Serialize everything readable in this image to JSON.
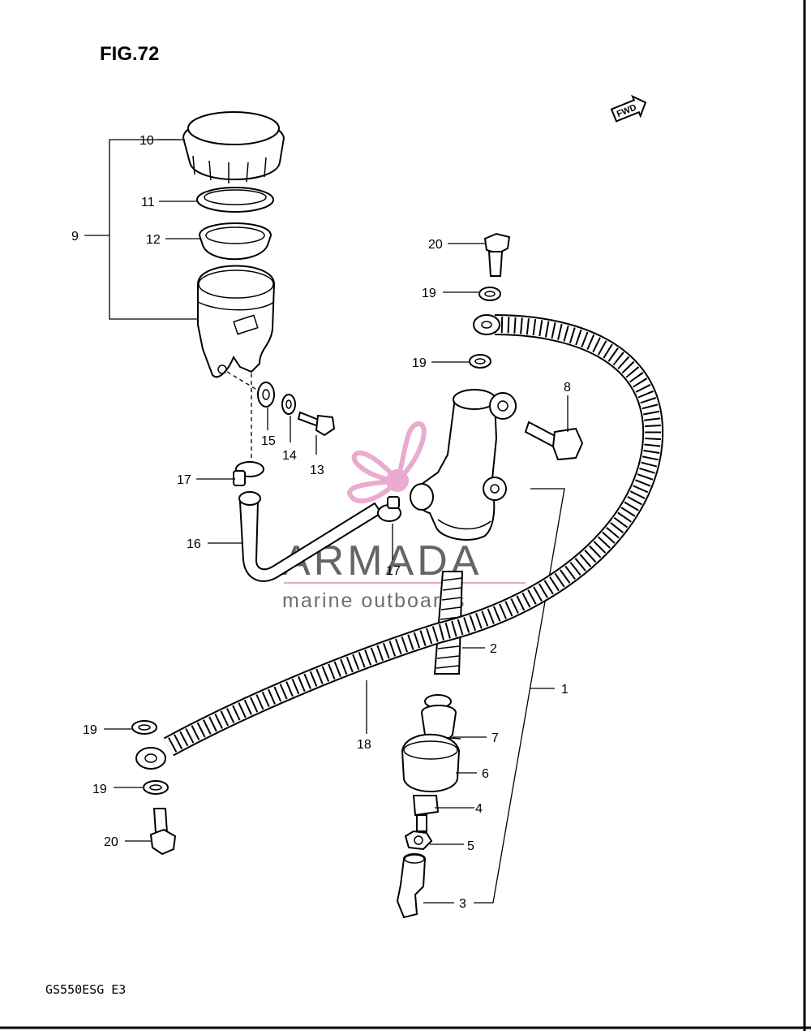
{
  "title": "FIG.72",
  "footer": "GS550ESG E3",
  "fwd_label": "FWD",
  "watermark": {
    "brand": "ARMADA",
    "tagline": "marine outboards",
    "accent_color": "#e8a3c9"
  },
  "callouts": [
    {
      "id": "c10",
      "text": "10"
    },
    {
      "id": "c11",
      "text": "11"
    },
    {
      "id": "c9",
      "text": "9"
    },
    {
      "id": "c12",
      "text": "12"
    },
    {
      "id": "c20a",
      "text": "20"
    },
    {
      "id": "c19a",
      "text": "19"
    },
    {
      "id": "c19b",
      "text": "19"
    },
    {
      "id": "c8",
      "text": "8"
    },
    {
      "id": "c15",
      "text": "15"
    },
    {
      "id": "c14",
      "text": "14"
    },
    {
      "id": "c13",
      "text": "13"
    },
    {
      "id": "c17a",
      "text": "17"
    },
    {
      "id": "c16",
      "text": "16"
    },
    {
      "id": "c17b",
      "text": "17"
    },
    {
      "id": "c2",
      "text": "2"
    },
    {
      "id": "c1",
      "text": "1"
    },
    {
      "id": "c19c",
      "text": "19"
    },
    {
      "id": "c18",
      "text": "18"
    },
    {
      "id": "c7",
      "text": "7"
    },
    {
      "id": "c6",
      "text": "6"
    },
    {
      "id": "c19d",
      "text": "19"
    },
    {
      "id": "c4",
      "text": "4"
    },
    {
      "id": "c5",
      "text": "5"
    },
    {
      "id": "c20b",
      "text": "20"
    },
    {
      "id": "c3",
      "text": "3"
    }
  ]
}
